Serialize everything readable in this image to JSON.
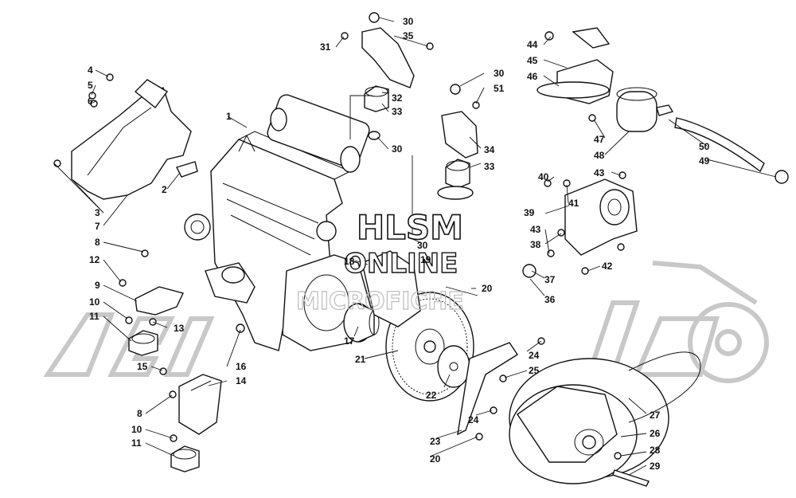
{
  "watermark": {
    "line1": "HLSM",
    "line2": "ONLINE",
    "line3": "MICROFICHE"
  },
  "callouts": [
    "1",
    "2",
    "3",
    "4",
    "5",
    "6",
    "7",
    "8",
    "9",
    "10",
    "11",
    "12",
    "13",
    "14",
    "15",
    "16",
    "17",
    "18",
    "19",
    "20",
    "21",
    "22",
    "23",
    "24",
    "25",
    "26",
    "27",
    "28",
    "29",
    "30",
    "31",
    "32",
    "33",
    "34",
    "35",
    "36",
    "37",
    "38",
    "39",
    "40",
    "41",
    "42",
    "43",
    "44",
    "45",
    "46",
    "47",
    "48",
    "49",
    "50",
    "51"
  ],
  "colors": {
    "ink": "#111111",
    "watermark": "#c8c8c8",
    "background": "#ffffff"
  }
}
